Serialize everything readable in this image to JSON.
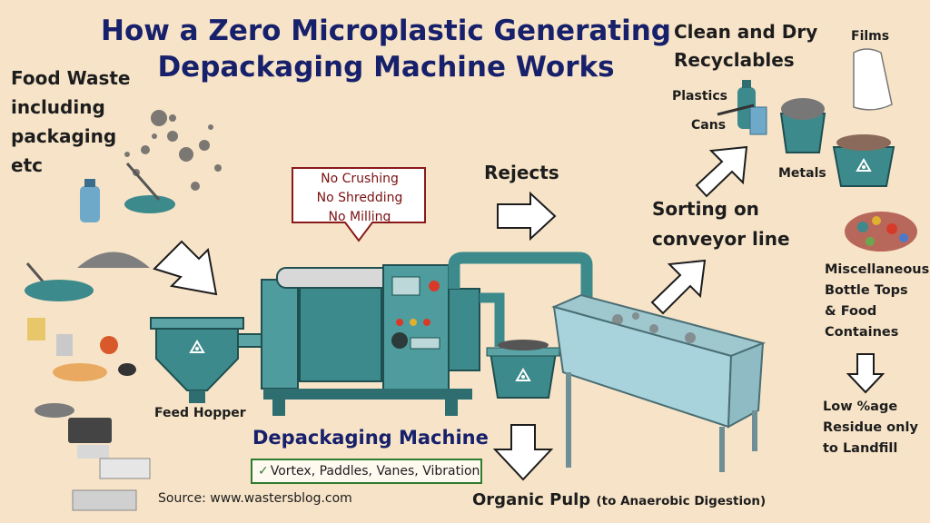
{
  "title": {
    "line1": "How a Zero Microplastic Generating",
    "line2": "Depackaging Machine Works"
  },
  "food_waste": {
    "line1": "Food Waste",
    "line2": "including",
    "line3": "packaging",
    "line4": "etc"
  },
  "clean_dry": {
    "line1": "Clean and Dry",
    "line2": "Recyclables"
  },
  "recyclables": {
    "films": "Films",
    "plastics": "Plastics",
    "cans": "Cans",
    "metals": "Metals"
  },
  "no_crushing": {
    "line1": "No Crushing",
    "line2": "No Shredding",
    "line3": "No Milling"
  },
  "rejects": "Rejects",
  "sorting": {
    "line1": "Sorting on",
    "line2": "conveyor line"
  },
  "miscellaneous": {
    "line1": "Miscellaneous",
    "line2": "Bottle Tops",
    "line3": "& Food",
    "line4": "Containes"
  },
  "low_residue": {
    "line1": "Low %age",
    "line2": "Residue only",
    "line3": "to Landfill"
  },
  "feed_hopper": "Feed Hopper",
  "machine": {
    "title": "Depackaging Machine",
    "features": "Vortex, Paddles, Vanes, Vibration",
    "check": "✓"
  },
  "source": "Source: www.wastersblog.com",
  "organic_pulp": {
    "main": "Organic Pulp",
    "sub": "(to Anaerobic Digestion)"
  },
  "colors": {
    "background": "#f7e4c8",
    "title": "#17206b",
    "machine_teal": "#3d8a8c",
    "arrow_fill": "#ffffff",
    "warning_text": "#7a1010",
    "check_green": "#2e7c2e"
  },
  "icons": [
    "recycle-icon",
    "arrow-icon",
    "bin-icon",
    "bottle-icon",
    "bag-icon",
    "can-icon"
  ]
}
